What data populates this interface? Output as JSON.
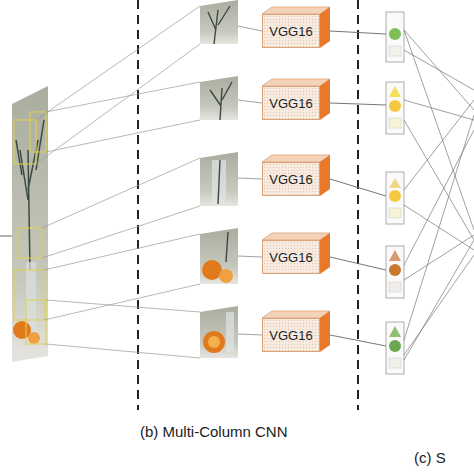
{
  "diagram": {
    "nodes": [
      {
        "text": [
          "VGG16"
        ]
      },
      {
        "text": [
          "VGG16"
        ]
      },
      {
        "text": [
          "VGG16"
        ]
      },
      {
        "text": [
          "VGG16"
        ]
      },
      {
        "text": [
          "VGG16"
        ]
      }
    ],
    "labels": [
      "(b) Multi-Column CNN",
      "(c) S"
    ]
  }
}
